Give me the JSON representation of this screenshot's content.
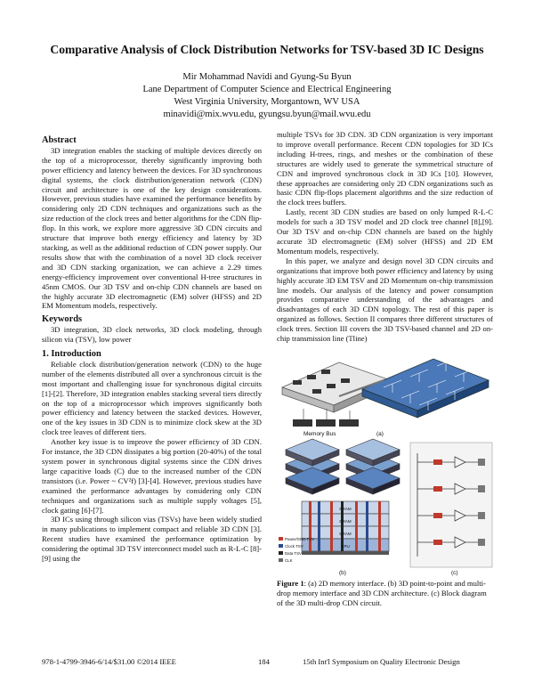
{
  "title": "Comparative Analysis of Clock Distribution Networks for TSV-based 3D IC Designs",
  "authors": {
    "names": "Mir Mohammad Navidi and Gyung-Su Byun",
    "dept": "Lane Department of Computer Science and Electrical Engineering",
    "univ": "West Virginia University, Morgantown, WV USA",
    "emails": "minavidi@mix.wvu.edu, gyungsu.byun@mail.wvu.edu"
  },
  "abstract": {
    "heading": "Abstract",
    "text": "3D integration enables the stacking of multiple devices directly on the top of a microprocessor, thereby significantly improving both power efficiency and latency between the devices. For 3D synchronous digital systems, the clock distribution/generation network (CDN) circuit and architecture is one of the key design considerations. However, previous studies have examined the performance benefits by considering only 2D CDN techniques and organizations such as the size reduction of the clock trees and better algorithms for the CDN flip-flop. In this work, we explore more aggressive 3D CDN circuits and structure that improve both energy efficiency and latency by 3D stacking, as well as the additional reduction of CDN power supply. Our results show that with the combination of a novel 3D clock receiver and 3D CDN stacking organization, we can achieve a 2.29 times energy-efficiency improvement over conventional H-tree structures in 45nm CMOS. Our 3D TSV and on-chip CDN channels are based on the highly accurate 3D electromagnetic (EM) solver (HFSS) and 2D EM Momentum models, respectively."
  },
  "keywords": {
    "heading": "Keywords",
    "text": "3D integration, 3D clock networks, 3D clock modeling, through silicon via (TSV), low power"
  },
  "intro": {
    "heading": "1. Introduction",
    "p1": "Reliable clock distribution/generation network (CDN) to the huge number of the elements distributed all over a synchronous circuit is the most important and challenging issue for synchronous digital circuits [1]-[2]. Therefore, 3D integration enables stacking several tiers directly on the top of a microprocessor which improves significantly both power efficiency and latency between the stacked devices. However, one of the key issues in 3D CDN is to minimize clock skew at the 3D clock tree leaves of different tiers.",
    "p2": "Another key issue is to improve the power efficiency of 3D CDN. For instance, the 3D CDN dissipates a big portion (20-40%) of the total system power in synchronous digital systems since the CDN drives large capacitive loads (C) due to the increased number of the CDN transistors (i.e. Power ~ CV²f) [3]-[4]. However, previous studies have examined the performance advantages by considering only CDN techniques and organizations such as multiple supply voltages [5], clock gating [6]-[7].",
    "p3": "3D ICs using through silicon vias (TSVs) have been widely studied in many publications to implement compact and reliable 3D CDN [3]. Recent studies have examined the performance optimization by considering the optimal 3D TSV interconnect model such as R-L-C [8]-[9] using the"
  },
  "right": {
    "p1": "multiple TSVs for 3D CDN. 3D CDN organization is very important to improve overall performance. Recent CDN topologies for 3D ICs including H-trees, rings, and meshes or the combination of these structures are widely used to generate the symmetrical structure of CDN and improved synchronous clock in 3D ICs [10]. However, these approaches are considering only 2D CDN organizations such as basic CDN flip-flops placement algorithms and the size reduction of the clock trees buffers.",
    "p2": "Lastly, recent 3D CDN studies are based on only lumped R-L-C models for such a 3D TSV model and 2D clock tree channel [8],[9]. Our 3D TSV and on-chip CDN channels are based on the highly accurate 3D electromagnetic (EM) solver (HFSS) and 2D EM Momentum models, respectively.",
    "p3": "In this paper, we analyze and design novel 3D CDN circuits and organizations that improve both power efficiency and latency by using highly accurate 3D EM TSV and 2D Momentum on-chip transmission line models. Our analysis of the latency and power consumption provides comparative understanding of the advantages and disadvantages of each 3D CDN topology. The rest of this paper is organized as follows. Section II compares three different structures of clock trees. Section III covers the 3D TSV-based channel and 2D on-chip transmission line (Tline)"
  },
  "figure": {
    "memory_bus_label": "Memory Bus",
    "label_a": "(a)",
    "label_b": "(b)",
    "label_c": "(c)",
    "legend": [
      "Power/GND TSV",
      "Clock TSV",
      "Data TSV",
      "CLK"
    ],
    "tier_labels": [
      "DRAM",
      "DRAM",
      "DRAM",
      "CPU"
    ],
    "caption_bold": "Figure 1",
    "caption_rest": ": (a) 2D memory interface. (b) 3D point-to-point and multi-drop memory interface and 3D CDN architecture. (c) Block diagram of the 3D multi-drop CDN circuit."
  },
  "footer": {
    "left": "978-1-4799-3946-6/14/$31.00 ©2014 IEEE",
    "page": "184",
    "right": "15th Int'l Symposium on Quality Electronic Design"
  }
}
